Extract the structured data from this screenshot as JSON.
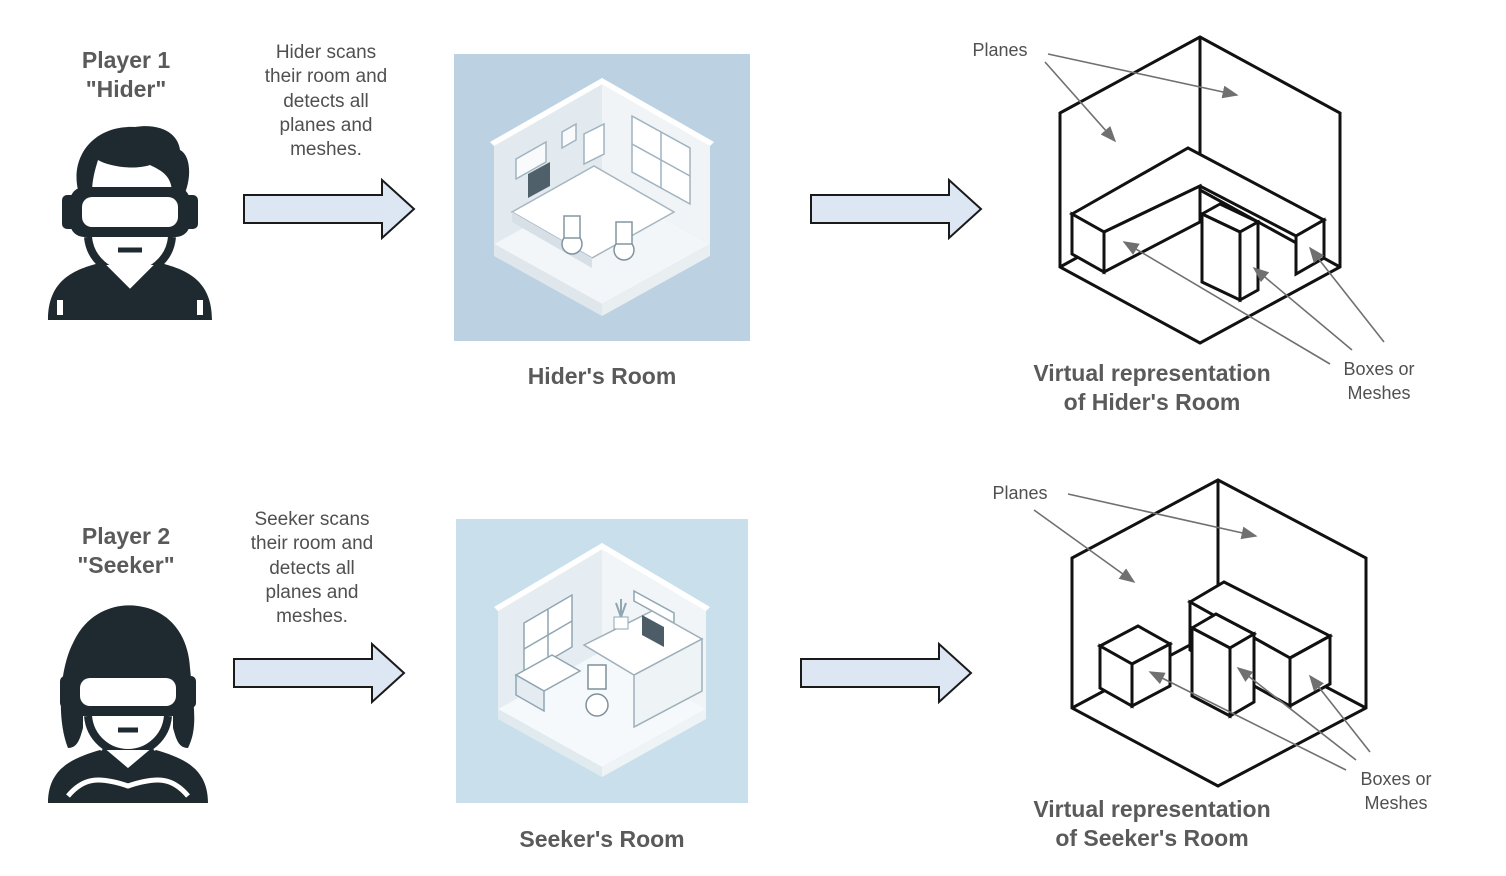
{
  "rows": [
    {
      "player": {
        "line1": "Player 1",
        "line2": "\"Hider\"",
        "icon": "vr-headset-man-icon"
      },
      "description": [
        "Hider scans",
        "their room and",
        "detects all",
        "planes and",
        "meshes."
      ],
      "room_caption": "Hider's Room",
      "virtual_caption": {
        "line1": "Virtual representation",
        "line2": "of Hider's Room"
      },
      "planes_label": "Planes",
      "boxes_label": {
        "line1": "Boxes or",
        "line2": "Meshes"
      }
    },
    {
      "player": {
        "line1": "Player 2",
        "line2": "\"Seeker\"",
        "icon": "vr-headset-woman-icon"
      },
      "description": [
        "Seeker scans",
        "their room and",
        "detects all",
        "planes and",
        "meshes."
      ],
      "room_caption": "Seeker's Room",
      "virtual_caption": {
        "line1": "Virtual representation",
        "line2": "of Seeker's Room"
      },
      "planes_label": "Planes",
      "boxes_label": {
        "line1": "Boxes or",
        "line2": "Meshes"
      }
    }
  ],
  "colors": {
    "arrow_fill": "#dde6f3",
    "room_bg_hider": "#bcd2e2",
    "room_bg_seeker": "#c9e0ec",
    "icon_dark": "#1f2a30",
    "annotation_arrow": "#707070"
  }
}
